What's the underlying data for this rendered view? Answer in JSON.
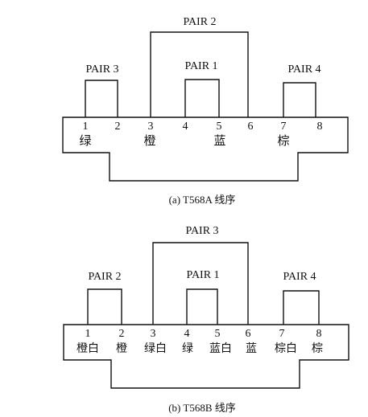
{
  "diagrams": [
    {
      "pairs": [
        {
          "label": "PAIR 2"
        },
        {
          "label": "PAIR 3"
        },
        {
          "label": "PAIR 1"
        },
        {
          "label": "PAIR 4"
        }
      ],
      "pins": [
        "1",
        "2",
        "3",
        "4",
        "5",
        "6",
        "7",
        "8"
      ],
      "colors": [
        "绿",
        "",
        "橙",
        "",
        "蓝",
        "",
        "棕",
        ""
      ],
      "caption": "(a) T568A 线序"
    },
    {
      "pairs": [
        {
          "label": "PAIR 3"
        },
        {
          "label": "PAIR 2"
        },
        {
          "label": "PAIR 1"
        },
        {
          "label": "PAIR 4"
        }
      ],
      "pins": [
        "1",
        "2",
        "3",
        "4",
        "5",
        "6",
        "7",
        "8"
      ],
      "colors": [
        "橙白",
        "橙",
        "绿白",
        "绿",
        "蓝白",
        "蓝",
        "棕白",
        "棕"
      ],
      "caption": "(b) T568B 线序"
    }
  ]
}
